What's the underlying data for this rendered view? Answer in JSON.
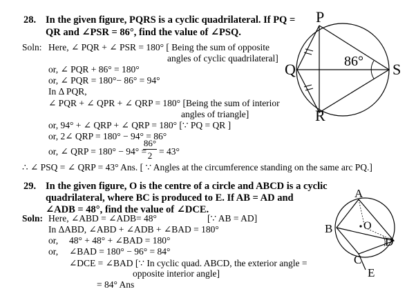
{
  "q28": {
    "number": "28.",
    "question_line1": "In the given figure, PQRS is a cyclic quadrilateral. If PQ =",
    "question_line2": "QR and ∠PSR = 86°, find the value of ∠PSQ.",
    "soln_label": "Soln:",
    "lines": [
      "Here, ∠ PQR + ∠ PSR = 180° [ Being the sum of opposite",
      "angles of cyclic quadrilateral]",
      "or, ∠ PQR + 86° = 180°",
      "or, ∠ PQR = 180°− 86° = 94°",
      "In Δ PQR,",
      "∠ PQR + ∠ QPR + ∠ QRP = 180° [Being the sum of interior",
      "angles of triangle]",
      "or, 94° + ∠ QRP + ∠ QRP = 180°    [∵ PQ = QR ]",
      "or, 2∠ QRP = 180° − 94° = 86°",
      "or, ∠ QRP = 180° − 94° =",
      "= 43°",
      "∴ ∠ PSQ = ∠ QRP = 43° Ans. [ ∵ Angles at the circumference standing on the same arc PQ.]"
    ],
    "fraction": {
      "numerator": "86°",
      "denominator": "2"
    },
    "figure": {
      "labels": {
        "P": "P",
        "Q": "Q",
        "R": "R",
        "S": "S"
      },
      "angle": "86°"
    }
  },
  "q29": {
    "number": "29.",
    "question_line1": "In the given figure, O is the centre of a circle and ABCD is a cyclic",
    "question_line2": "quadrilateral, where BC is produced to E. If AB = AD and",
    "question_line3": "∠ADB = 48°, find the value of ∠DCE.",
    "soln_label": "Soln:",
    "lines": [
      "Here, ∠ABD = ∠ADB= 48°",
      "[∵ AB = AD]",
      "In ΔABD, ∠ABD + ∠ADB + ∠BAD = 180°",
      "or,",
      "48° + 48° + ∠BAD = 180°",
      "or,",
      "∠BAD = 180° − 96° = 84°",
      "∠DCE = ∠BAD  [∵ In cyclic quad. ABCD, the exterior angle =",
      "opposite interior angle]",
      "= 84°  Ans"
    ],
    "figure": {
      "labels": {
        "A": "A",
        "B": "B",
        "C": "C",
        "D": "D",
        "E": "E",
        "O": "O"
      }
    }
  }
}
